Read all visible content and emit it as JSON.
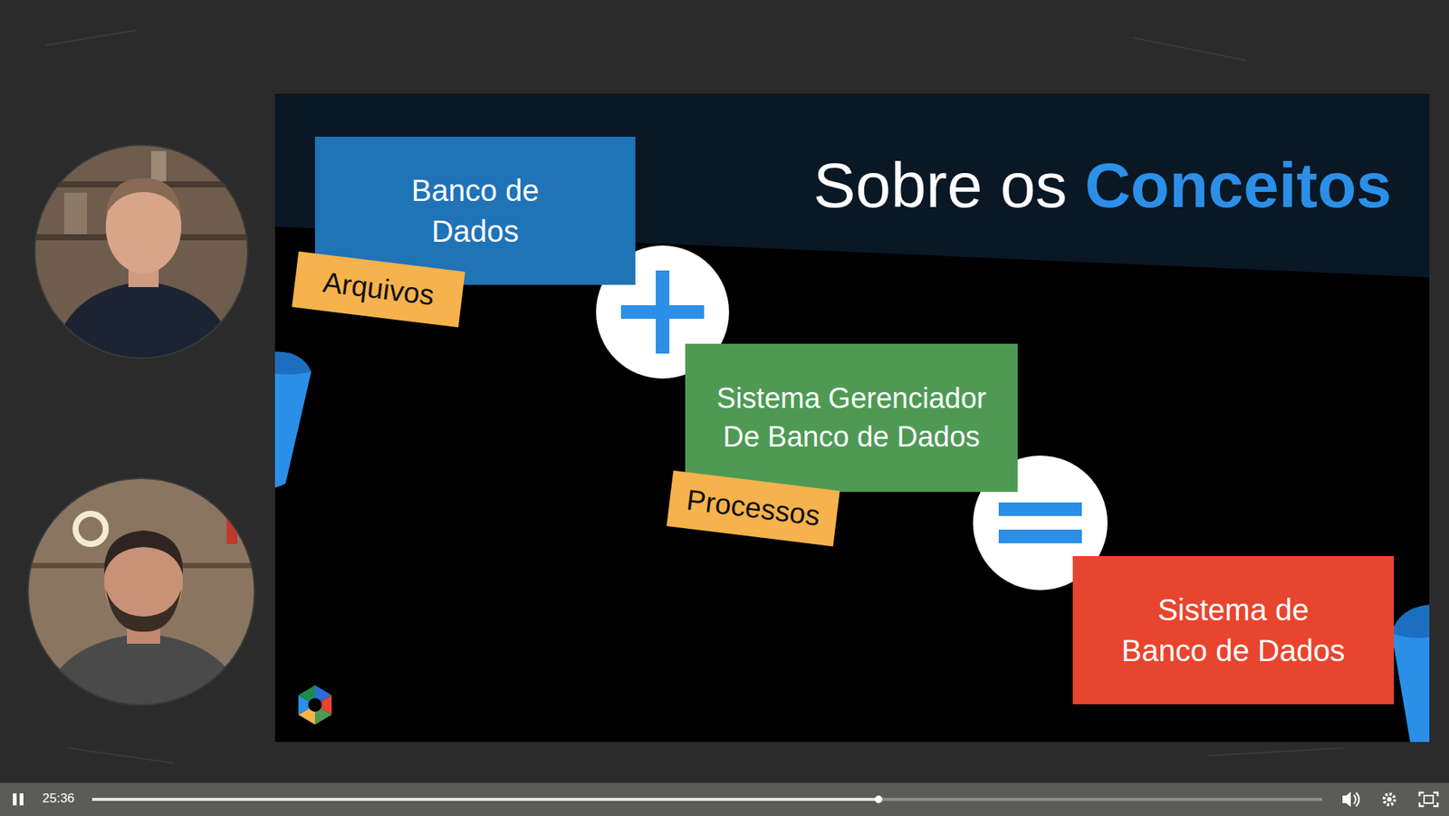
{
  "diagram": {
    "title": "Sobre os Conceitos",
    "nodes": [
      {
        "text": [
          "Banco de Dados"
        ]
      },
      {
        "text": [
          "Arquivos"
        ]
      },
      {
        "text": [
          "Sistema Gerenciador De Banco de Dados"
        ]
      },
      {
        "text": [
          "Processos"
        ]
      },
      {
        "text": [
          "Sistema de Banco de Dados"
        ]
      }
    ],
    "labels": [
      "25:36"
    ]
  }
}
